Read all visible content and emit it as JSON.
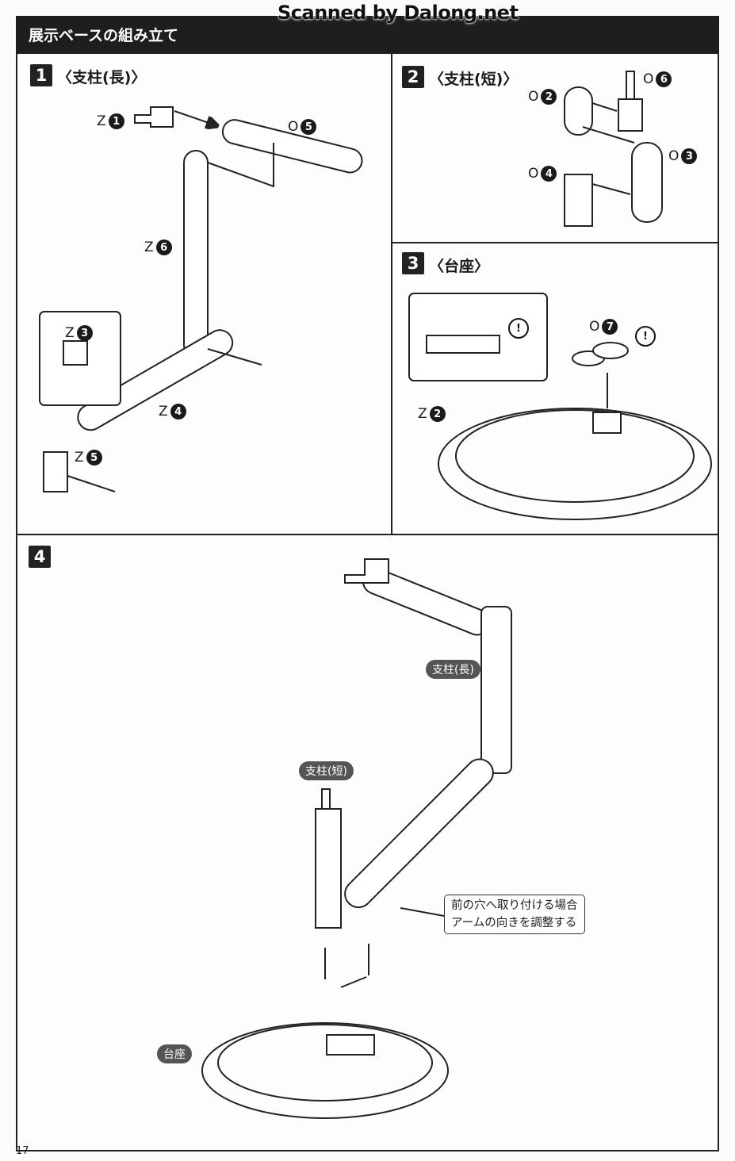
{
  "watermark": "Scanned by Dalong.net",
  "header": {
    "title": "展示ベースの組み立て"
  },
  "steps": [
    {
      "number": "1",
      "title": "〈支柱(長)〉",
      "parts": [
        {
          "prefix": "Z",
          "num": "1"
        },
        {
          "prefix": "O",
          "num": "5"
        },
        {
          "prefix": "Z",
          "num": "6"
        },
        {
          "prefix": "Z",
          "num": "3"
        },
        {
          "prefix": "Z",
          "num": "4"
        },
        {
          "prefix": "Z",
          "num": "5"
        }
      ]
    },
    {
      "number": "2",
      "title": "〈支柱(短)〉",
      "parts": [
        {
          "prefix": "O",
          "num": "2"
        },
        {
          "prefix": "O",
          "num": "6"
        },
        {
          "prefix": "O",
          "num": "3"
        },
        {
          "prefix": "O",
          "num": "4"
        }
      ]
    },
    {
      "number": "3",
      "title": "〈台座〉",
      "parts": [
        {
          "prefix": "O",
          "num": "7"
        },
        {
          "prefix": "Z",
          "num": "2"
        }
      ],
      "caution": "!"
    },
    {
      "number": "4",
      "labels": {
        "long_post": "支柱(長)",
        "short_post": "支柱(短)",
        "base": "台座"
      },
      "note": [
        "前の穴へ取り付ける場合",
        "アームの向きを調整する"
      ]
    }
  ],
  "page_number": "17"
}
